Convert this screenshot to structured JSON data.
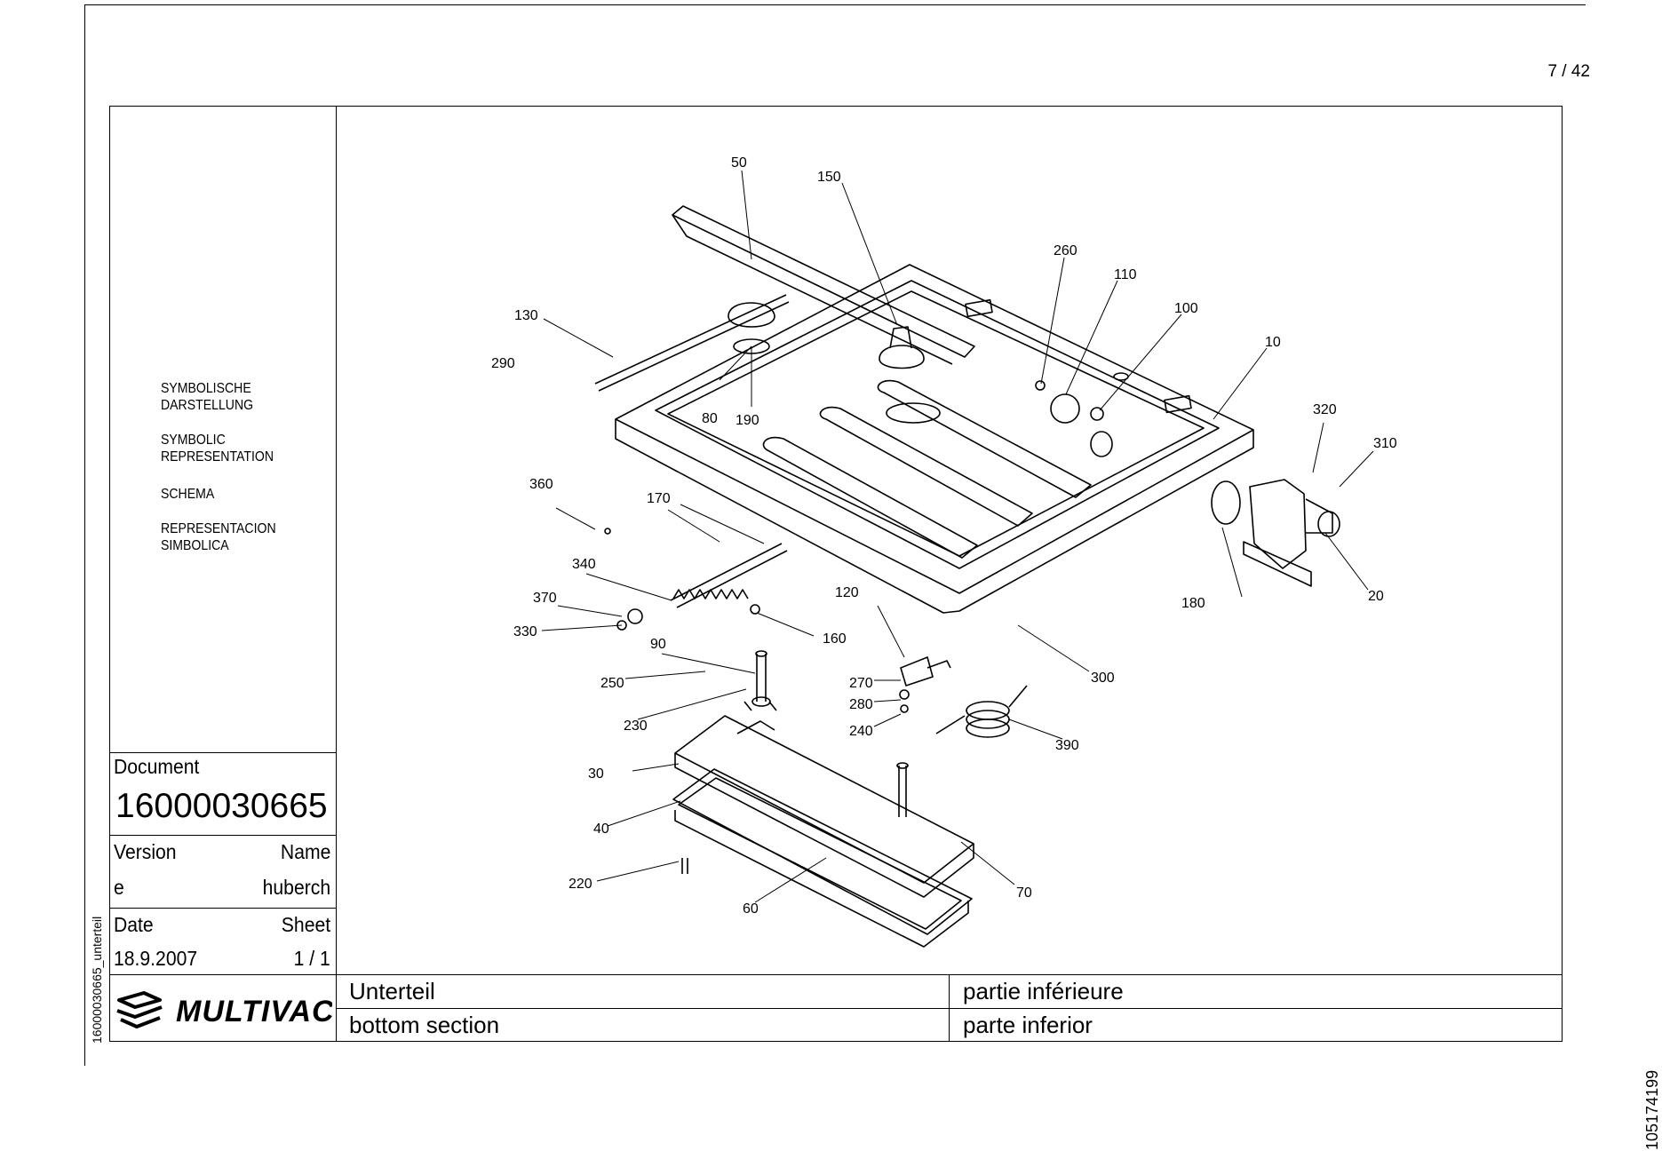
{
  "page": {
    "number": "7 / 42",
    "side_reference": "16000030665_unterteil",
    "document_id": "105174199"
  },
  "symbol_legend": [
    "SYMBOLISCHE\nDARSTELLUNG",
    "SYMBOLIC\nREPRESENTATION",
    "SCHEMA",
    "REPRESENTACION\nSIMBOLICA"
  ],
  "title_block": {
    "document_label": "Document",
    "document_number": "16000030665",
    "version_label": "Version",
    "version_value": "e",
    "name_label": "Name",
    "name_value": "huberch",
    "date_label": "Date",
    "date_value": "18.9.2007",
    "sheet_label": "Sheet",
    "sheet_value": "1 / 1",
    "logo_text": "MULTIVAC",
    "title_de": "Unterteil",
    "title_en": "bottom section",
    "title_fr": "partie inférieure",
    "title_es": "parte inferior"
  },
  "part_labels": [
    "10",
    "20",
    "30",
    "40",
    "50",
    "60",
    "70",
    "80",
    "90",
    "100",
    "110",
    "120",
    "130",
    "150",
    "160",
    "170",
    "180",
    "190",
    "220",
    "230",
    "240",
    "250",
    "260",
    "270",
    "280",
    "290",
    "300",
    "310",
    "320",
    "330",
    "340",
    "360",
    "370",
    "390"
  ],
  "colors": {
    "line": "#000000",
    "background": "#ffffff"
  }
}
